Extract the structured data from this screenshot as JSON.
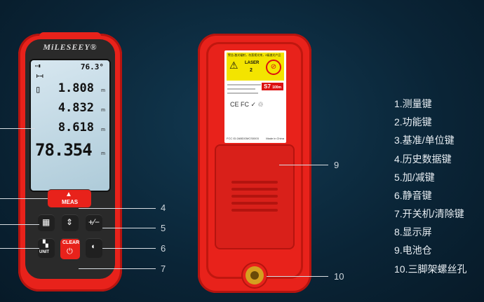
{
  "front": {
    "brand": "MiLESEEY®",
    "display": {
      "angle": "76.3°",
      "row1": "1.808",
      "row2": "4.832",
      "row3": "8.618",
      "main": "78.354",
      "unit": "m"
    },
    "buttons": {
      "meas": "MEAS",
      "clear": "CLEAR",
      "unit": "UNIT"
    }
  },
  "back": {
    "warning_header": "警告:激光辐射，勿直视光束，2级激光产品",
    "laser_label": "LASER",
    "laser_class": "2",
    "model": "S7",
    "range": "100m",
    "fcc": "FCC ID:2ABDGMCS0003",
    "made_in": "Made in China"
  },
  "callouts": [
    "4",
    "5",
    "6",
    "7",
    "9",
    "10"
  ],
  "legend": [
    "1.测量键",
    "2.功能键",
    "3.基准/单位键",
    "4.历史数据键",
    "5.加/减键",
    "6.静音键",
    "7.开关机/清除键",
    "8.显示屏",
    "9.电池仓",
    "10.三脚架螺丝孔"
  ]
}
